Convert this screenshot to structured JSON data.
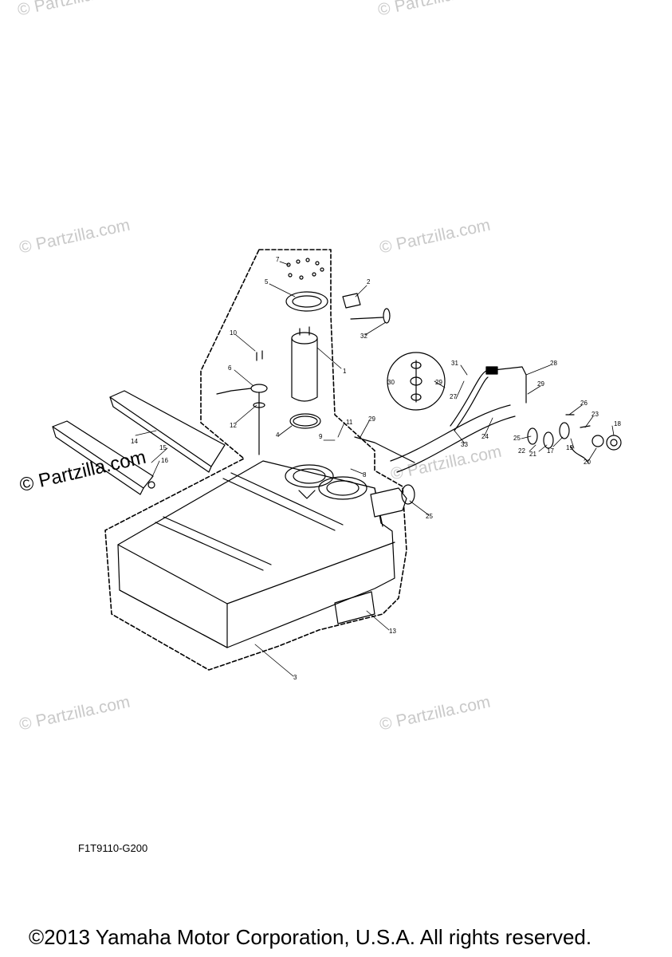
{
  "watermarks": {
    "text": "© Partzilla.com",
    "main_text": "© Partzilla.com"
  },
  "diagram": {
    "code": "F1T9110-G200",
    "part_numbers": [
      "1",
      "2",
      "3",
      "4",
      "5",
      "6",
      "7",
      "8",
      "9",
      "10",
      "11",
      "12",
      "13",
      "14",
      "15",
      "16",
      "17",
      "18",
      "19",
      "20",
      "21",
      "22",
      "23",
      "24",
      "25",
      "26",
      "27",
      "28",
      "29",
      "30",
      "31",
      "32",
      "33"
    ]
  },
  "footer": {
    "copyright": "©2013 Yamaha Motor Corporation, U.S.A. All rights reserved."
  }
}
